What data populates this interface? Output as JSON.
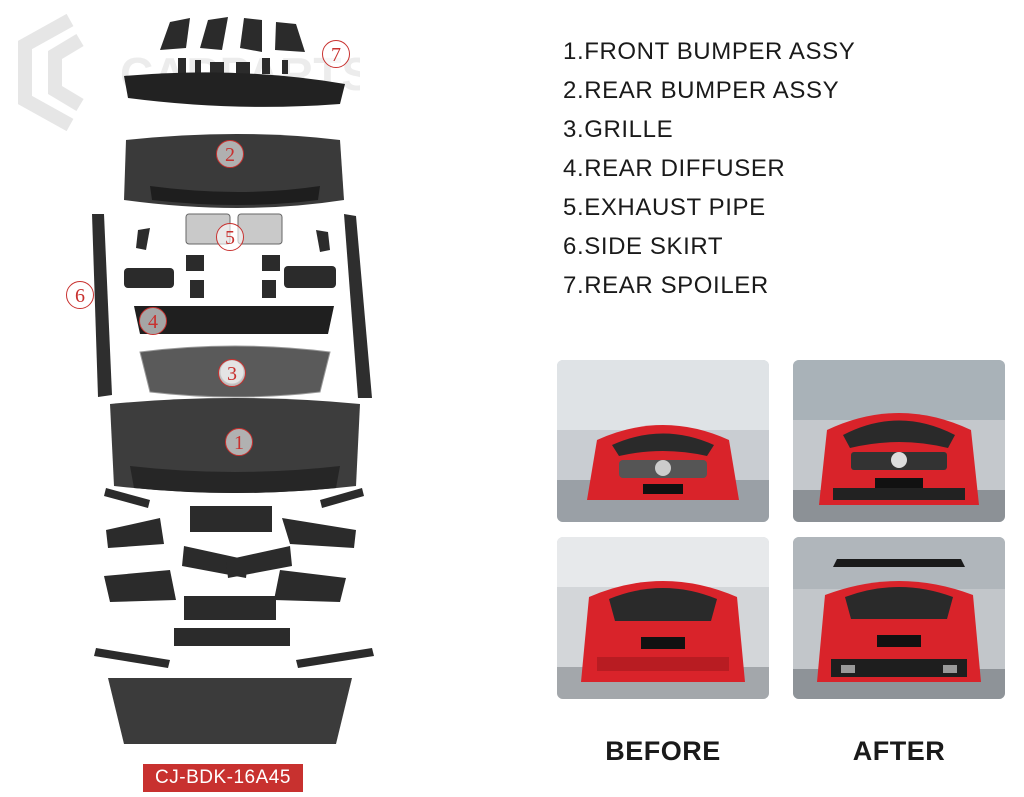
{
  "legend": {
    "items": [
      "1.FRONT BUMPER ASSY",
      "2.REAR BUMPER ASSY",
      "3.GRILLE",
      "4.REAR DIFFUSER",
      "5.EXHAUST PIPE",
      "6.SIDE SKIRT",
      "7.REAR SPOILER"
    ]
  },
  "part_labels": {
    "front_bumper": "1",
    "rear_bumper": "2",
    "grille": "3",
    "rear_diffuser": "4",
    "exhaust_pipe": "5",
    "side_skirt": "6",
    "rear_spoiler": "7"
  },
  "sku": "CJ-BDK-16A45",
  "captions": {
    "before": "BEFORE",
    "after": "AFTER"
  },
  "colors": {
    "accent_red": "#c8312f",
    "car_red": "#d9232a",
    "part_black": "#2b2b2b"
  }
}
